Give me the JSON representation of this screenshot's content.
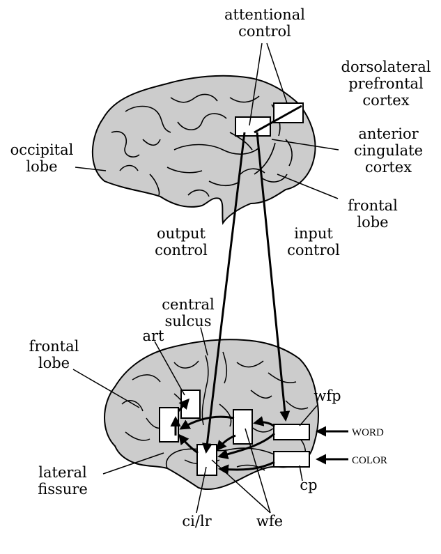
{
  "labels": {
    "attentional_control_1": "attentional",
    "attentional_control_2": "control",
    "dlpfc_1": "dorsolateral",
    "dlpfc_2": "prefrontal",
    "dlpfc_3": "cortex",
    "acc_1": "anterior",
    "acc_2": "cingulate",
    "acc_3": "cortex",
    "occipital_1": "occipital",
    "occipital_2": "lobe",
    "frontal_top_1": "frontal",
    "frontal_top_2": "lobe",
    "output_control_1": "output",
    "output_control_2": "control",
    "input_control_1": "input",
    "input_control_2": "control",
    "central_sulcus_1": "central",
    "central_sulcus_2": "sulcus",
    "frontal_bottom_1": "frontal",
    "frontal_bottom_2": "lobe",
    "art": "art",
    "wfp": "wfp",
    "word": "WORD",
    "color": "COLOR",
    "cp": "cp",
    "lateral_fissure_1": "lateral",
    "lateral_fissure_2": "fissure",
    "ci_lr": "ci/lr",
    "wfe": "wfe"
  },
  "colors": {
    "brain_fill": "#cccccc",
    "outline": "#000000",
    "box_fill": "#ffffff"
  }
}
